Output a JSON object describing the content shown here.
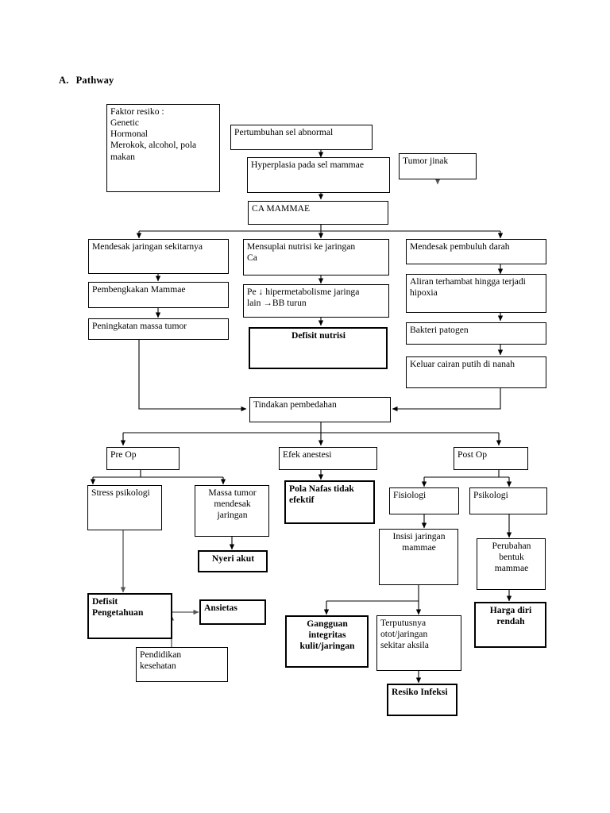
{
  "heading": {
    "letter": "A.",
    "title": "Pathway"
  },
  "nodes": {
    "faktor_resiko": "Faktor resiko :\nGenetic\nHormonal\nMerokok, alcohol, pola\nmakan",
    "pertumbuhan_sel_abnormal": "Pertumbuhan sel abnormal",
    "hyperplasia": "Hyperplasia pada sel mammae",
    "tumor_jinak": "Tumor jinak",
    "ca_mammae": "CA MAMMAE",
    "mendesak_jaringan": "Mendesak jaringan sekitarnya",
    "mensuplai_nutrisi": "Mensuplai nutrisi ke jaringan\nCa",
    "mendesak_pembuluh": "Mendesak pembuluh darah",
    "pembengkakan": "Pembengkakan Mammae",
    "hipermetabolisme": "Pe ↓ hipermetabolisme jaringa\nlain →BB turun",
    "aliran_terhambat": "Aliran terhambat hingga terjadi\nhipoxia",
    "peningkatan_massa": "Peningkatan massa tumor",
    "defisit_nutrisi": "Defisit nutrisi",
    "bakteri_patogen": "Bakteri patogen",
    "keluar_cairan": "Keluar cairan putih di nanah",
    "tindakan_pembedahan": "Tindakan pembedahan",
    "pre_op": "Pre Op",
    "efek_anestesi": "Efek anestesi",
    "post_op": "Post Op",
    "stress_psikologi": "Stress psikologi",
    "massa_tumor_mendesak": "Massa tumor\nmendesak\njaringan",
    "pola_nafas": "Pola Nafas tidak\nefektif",
    "fisiologi": "Fisiologi",
    "psikologi": "Psikologi",
    "nyeri_akut": "Nyeri akut",
    "insisi_jaringan": "Insisi jaringan\nmammae",
    "perubahan_bentuk": "Perubahan\nbentuk\nmammae",
    "defisit_pengetahuan": "Defisit\nPengetahuan",
    "ansietas": "Ansietas",
    "harga_diri_rendah": "Harga diri\nrendah",
    "gangguan_integritas": "Gangguan\nintegritas\nkulit/jaringan",
    "terputusnya_otot": "Terputusnya\notot/jaringan\nsekitar aksila",
    "pendidikan_kesehatan": "Pendidikan\nkesehatan",
    "resiko_infeksi": "Resiko Infeksi"
  },
  "colors": {
    "stroke": "#000000",
    "background": "#ffffff",
    "connector": "#444444"
  }
}
